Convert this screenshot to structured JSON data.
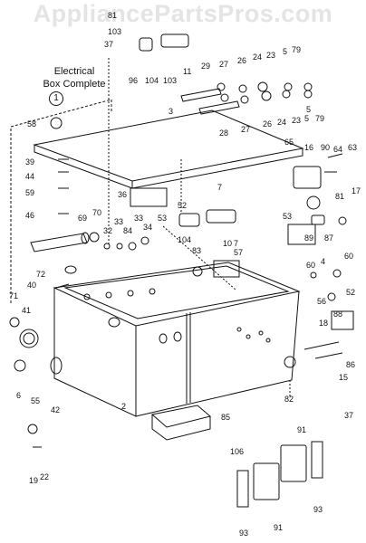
{
  "watermark": "AppliancePartsPros.com",
  "title_line1": "Electrical",
  "title_line2": "Box Complete",
  "title_callout": "1",
  "part_labels": [
    "81",
    "103",
    "37",
    "104",
    "103",
    "11",
    "29",
    "27",
    "26",
    "24",
    "23",
    "5",
    "79",
    "96",
    "3",
    "5",
    "28",
    "27",
    "26",
    "24",
    "23",
    "5",
    "79",
    "58",
    "65",
    "16",
    "90",
    "64",
    "63",
    "39",
    "44",
    "59",
    "46",
    "36",
    "7",
    "53",
    "52",
    "81",
    "17",
    "69",
    "70",
    "33",
    "33",
    "32",
    "84",
    "34",
    "104",
    "10",
    "7",
    "83",
    "57",
    "53",
    "89",
    "87",
    "60",
    "72",
    "40",
    "4",
    "60",
    "71",
    "41",
    "56",
    "52",
    "88",
    "18",
    "86",
    "15",
    "6",
    "42",
    "2",
    "82",
    "37",
    "55",
    "85",
    "91",
    "106",
    "19",
    "22",
    "91",
    "93",
    "93"
  ]
}
